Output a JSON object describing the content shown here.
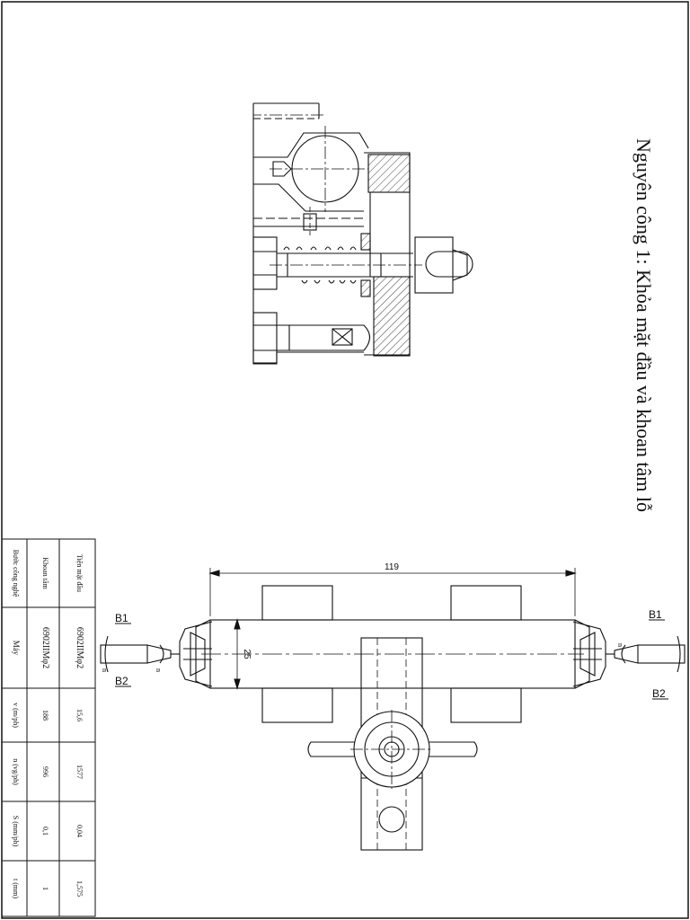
{
  "title": "Nguyên công 1: Khỏa mặt đầu và khoan tâm lỗ",
  "dimensions": {
    "length": "119",
    "diameter": "25"
  },
  "labels": {
    "b1": "B1",
    "b2": "B2",
    "n": "n"
  },
  "table": {
    "headers": [
      "Bước công nghệ",
      "Máy",
      "v (m/ph)",
      "n (vg/ph)",
      "S (mm/ph)",
      "t (mm)"
    ],
    "rows": [
      [
        "Khoan tâm",
        "6902IIMφ2",
        "188",
        "996",
        "0,1",
        "1"
      ],
      [
        "Tiện mặt đầu",
        "6902IIMφ2",
        "15,6",
        "1577",
        "0,04",
        "1,575"
      ]
    ]
  },
  "colors": {
    "line": "#111111",
    "background": "#ffffff"
  }
}
